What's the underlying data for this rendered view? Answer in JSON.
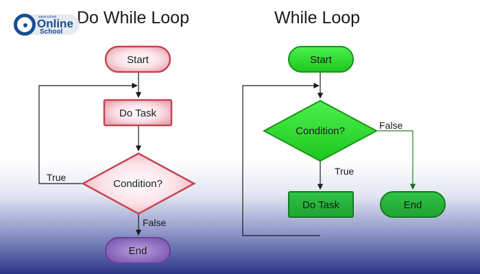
{
  "titles": {
    "do_while": "Do While Loop",
    "while": "While Loop"
  },
  "logo": {
    "tagline": "www.school",
    "brand": "Online",
    "sub": "School",
    "color": "#1a4d92"
  },
  "do_while": {
    "start": "Start",
    "task": "Do Task",
    "condition": "Condition?",
    "end": "End",
    "true_label": "True",
    "false_label": "False"
  },
  "while": {
    "start": "Start",
    "condition": "Condition?",
    "task": "Do Task",
    "end": "End",
    "true_label": "True",
    "false_label": "False"
  },
  "colors": {
    "do_while_fill": "#fbe4ea",
    "do_while_border": "#c8424f",
    "end_fill": "#8666b4",
    "while_fill": "#2ee02e",
    "while_border": "#169416",
    "task_fill": "#27b83a",
    "arrow_left": "#1a1a1a",
    "arrow_right": "#2b7a2b"
  }
}
